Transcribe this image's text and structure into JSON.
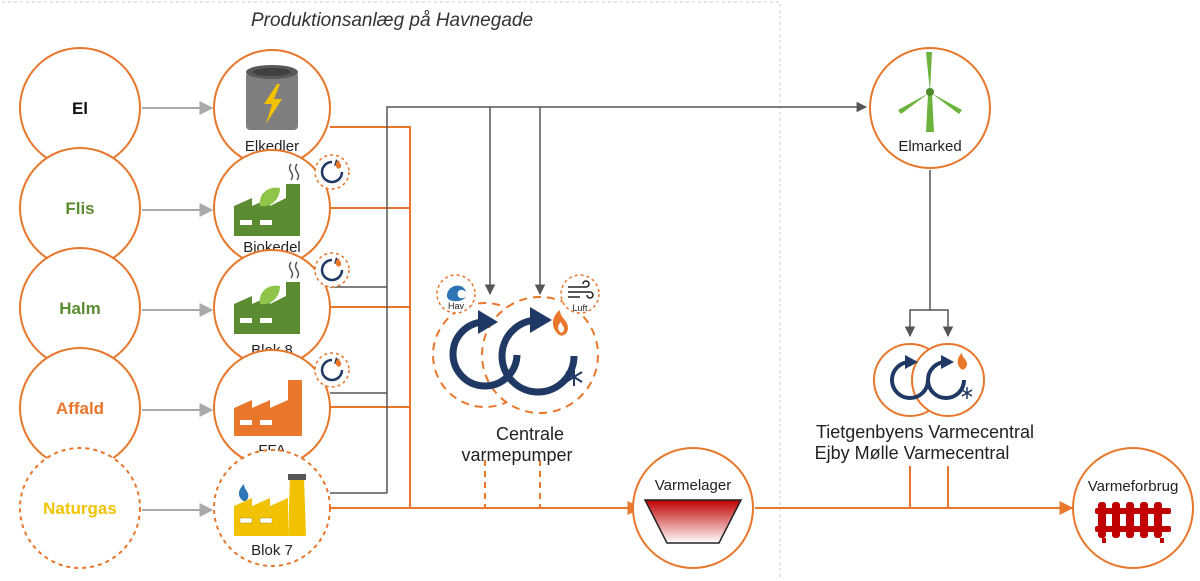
{
  "title": "Produktionsanlæg på Havnegade",
  "sources": [
    {
      "label": "El",
      "color": "#111111"
    },
    {
      "label": "Flis",
      "color": "#5b8c32"
    },
    {
      "label": "Halm",
      "color": "#5b8c32"
    },
    {
      "label": "Affald",
      "color": "#e8762b"
    },
    {
      "label": "Naturgas",
      "color": "#f2c200"
    }
  ],
  "plants": [
    "Elkedler",
    "Biokedel",
    "Blok 8",
    "FFA",
    "Blok 7"
  ],
  "heat_pumps": {
    "line1": "Centrale",
    "line2": "varmepumper",
    "sea_label": "Hav",
    "air_label": "Luft"
  },
  "electricity_market": "Elmarked",
  "storage": "Varmelager",
  "consumption": "Varmeforbrug",
  "central_line1": "Tietgenbyens Varmecentral",
  "central_line2": "Ejby Mølle Varmecentral",
  "colors": {
    "orange": "#e8762b",
    "green": "#5b8c32",
    "yellow": "#f2c200",
    "navy": "#1f3864",
    "gray": "#555555",
    "red": "#c00000"
  }
}
